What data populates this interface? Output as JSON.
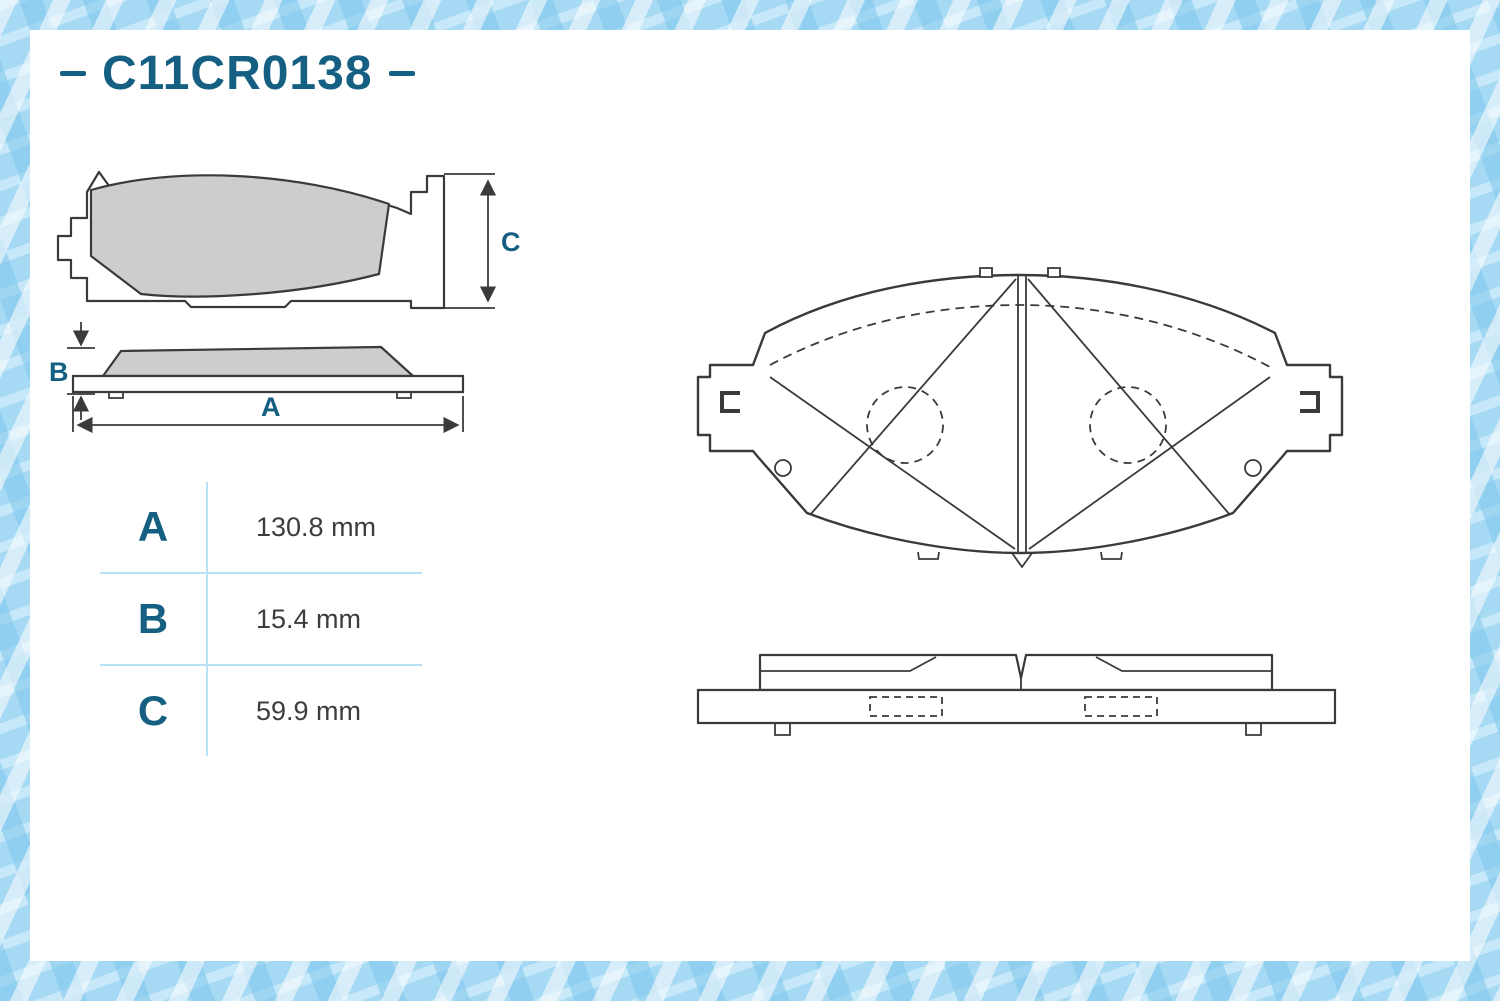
{
  "part_number": "C11CR0138",
  "dimensions": {
    "rows": [
      {
        "label": "A",
        "value": "130.8 mm"
      },
      {
        "label": "B",
        "value": "15.4 mm"
      },
      {
        "label": "C",
        "value": "59.9 mm"
      }
    ]
  },
  "colors": {
    "accent": "#155f82",
    "line": "#3a3a3a",
    "pad_fill": "#cdcdcd",
    "divider": "#b8e2f6",
    "border_blue": "#a6d9f3"
  }
}
